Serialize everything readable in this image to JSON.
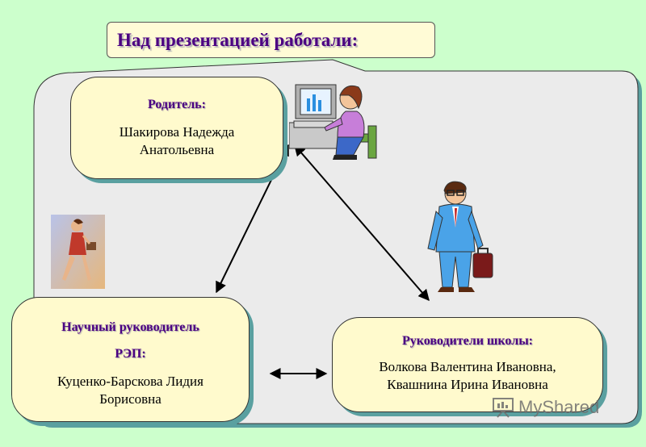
{
  "title": "Над презентацией работали:",
  "nodes": {
    "parent": {
      "role": "Родитель:",
      "name_line1": "Шакирова Надежда",
      "name_line2": "Анатольевна"
    },
    "scientific": {
      "role_line1": "Научный руководитель",
      "role_line2": "РЭП:",
      "name_line1": "Куценко-Барскова Лидия",
      "name_line2": "Борисовна"
    },
    "school": {
      "role": "Руководители школы:",
      "name_line1": "Волкова Валентина Ивановна,",
      "name_line2": "Квашнина Ирина Ивановна"
    }
  },
  "watermark": {
    "text": "MyShared"
  },
  "illustrations": [
    "woman-at-computer-icon",
    "businessman-with-briefcase-icon",
    "walking-woman-icon"
  ],
  "colors": {
    "background": "#ccffcc",
    "callout_fill": "#ebebeb",
    "node_fill": "#fffacd",
    "role_text": "#4b0082",
    "node_shadow": "#5aa0a0"
  }
}
